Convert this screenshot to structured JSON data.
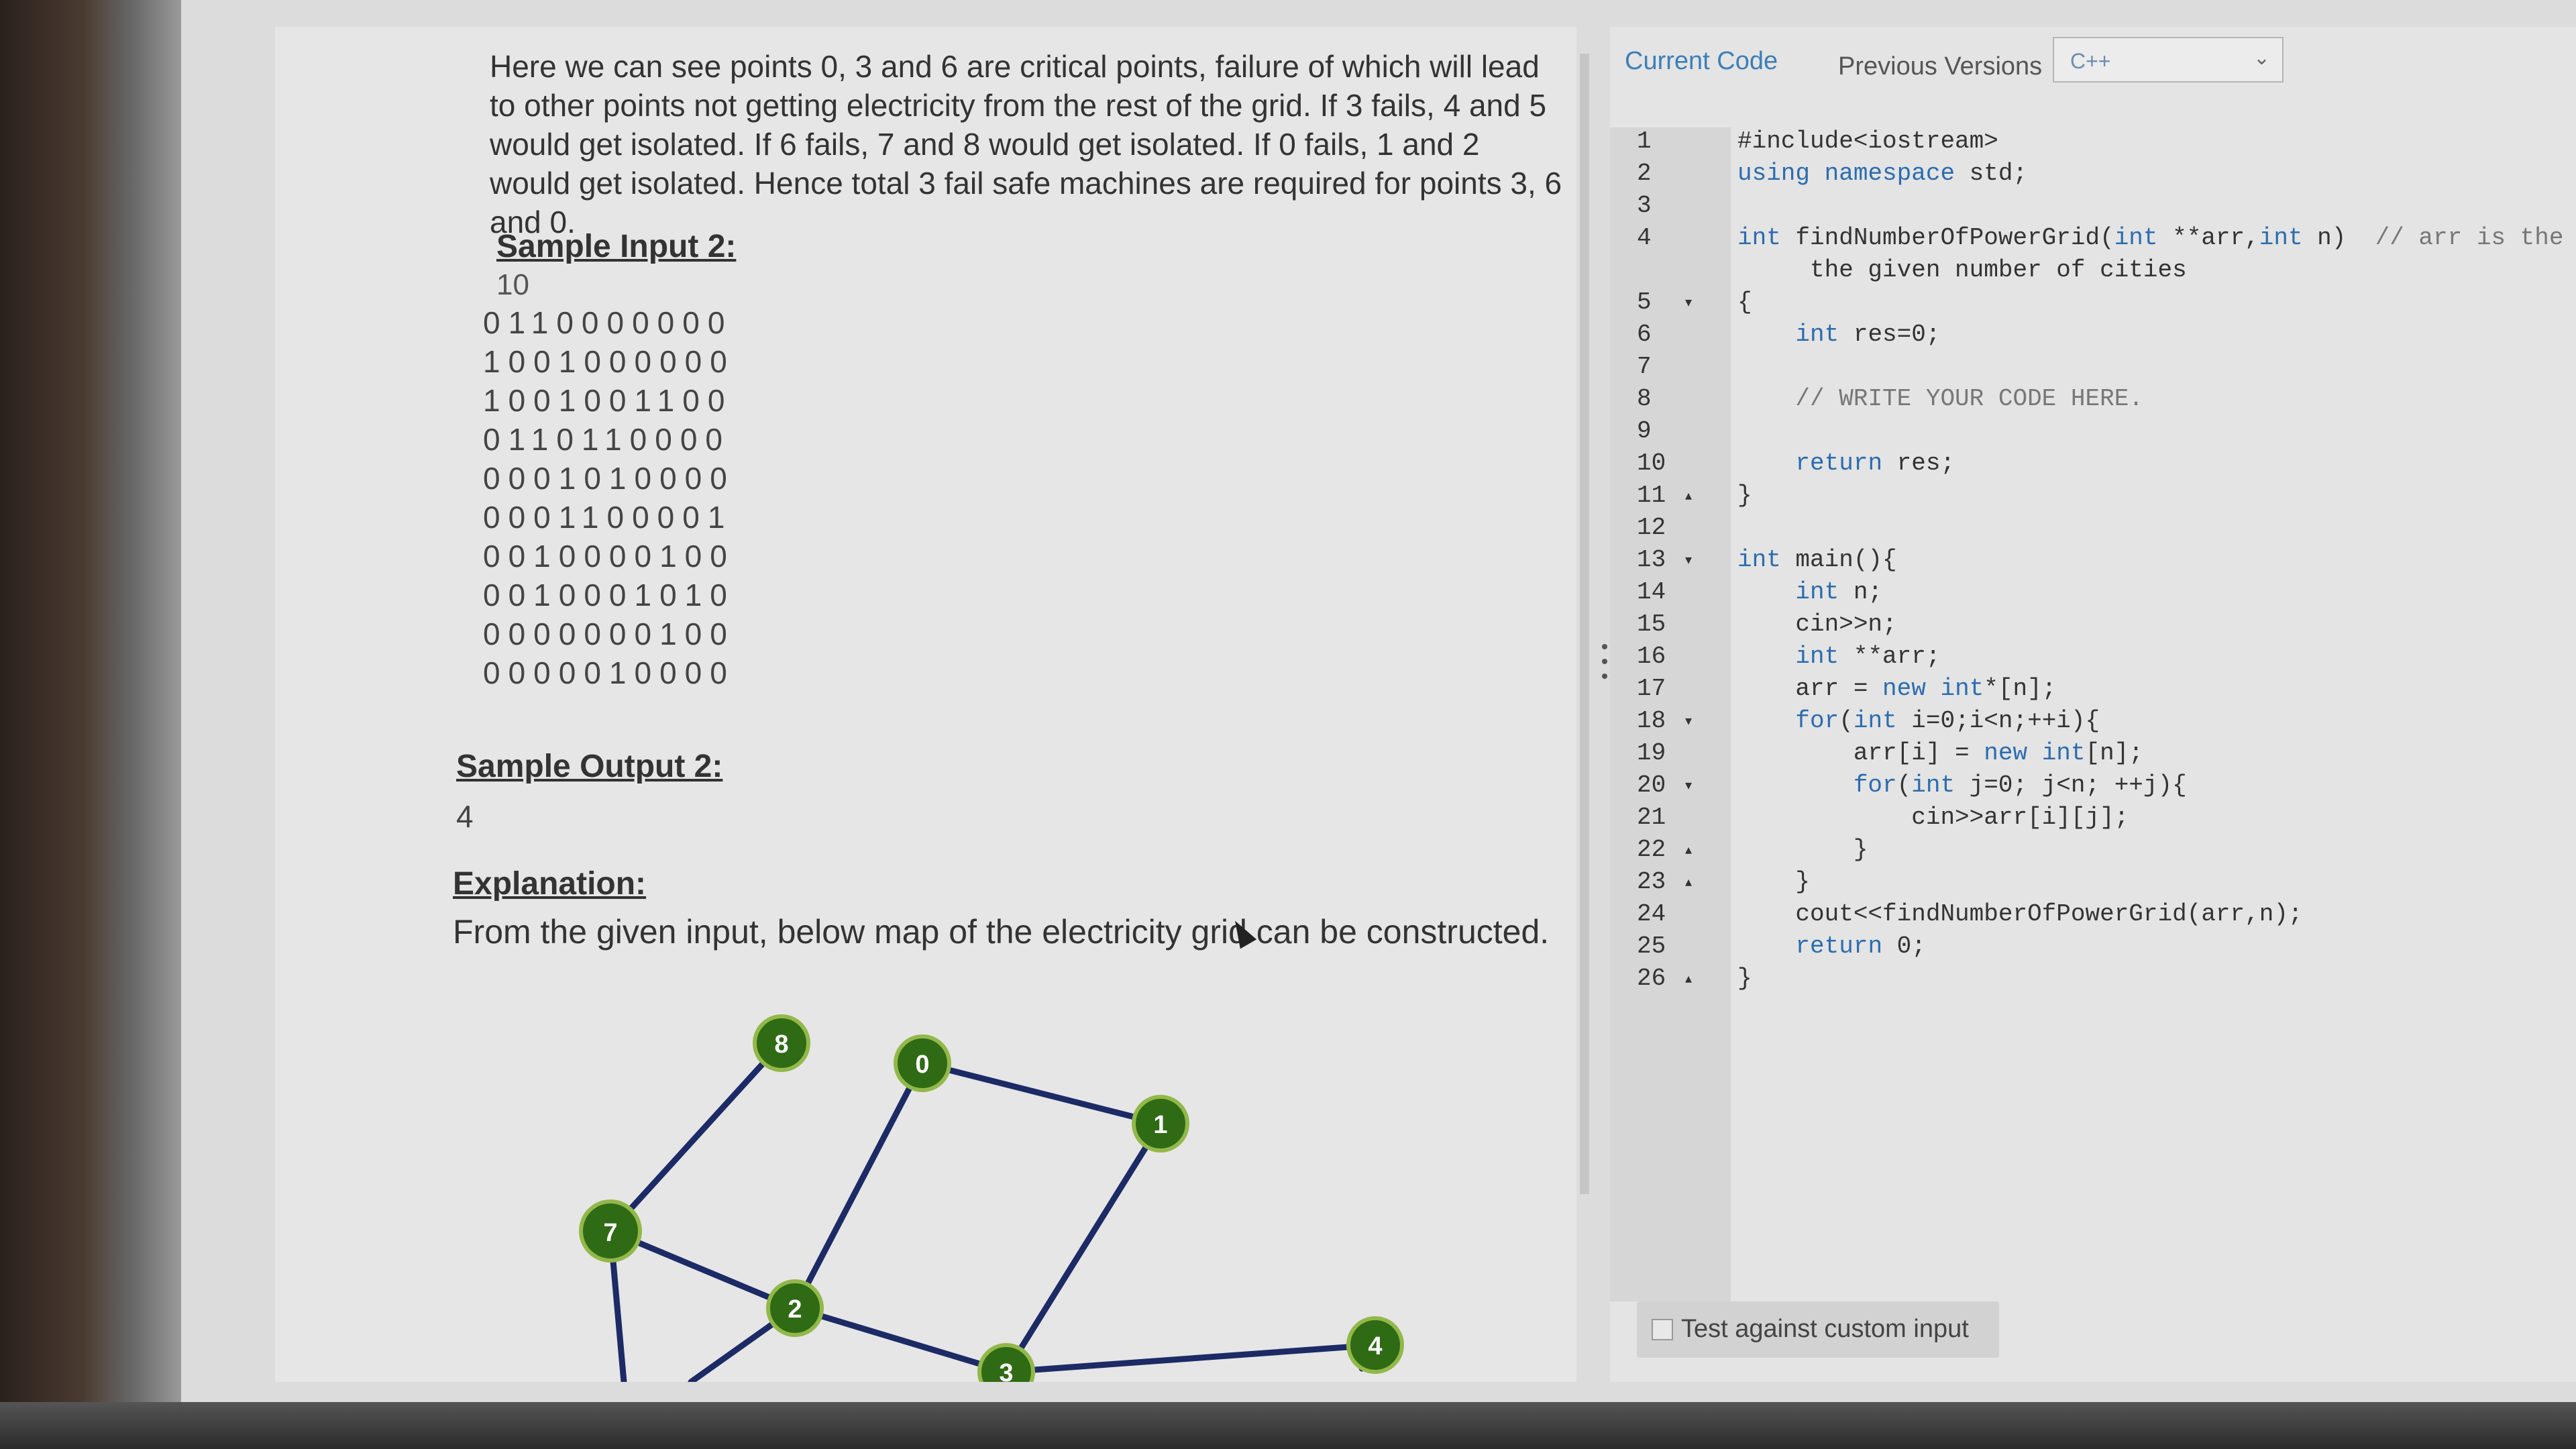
{
  "problem": {
    "paragraph": "Here we can see points 0, 3 and 6 are critical points, failure of which will lead to other points not getting electricity from the rest of the grid. If 3 fails, 4 and 5 would get isolated. If 6 fails, 7 and 8 would get isolated. If 0 fails, 1 and 2 would get isolated. Hence total 3 fail safe machines are required for points 3, 6 and 0.",
    "sample_input_heading": "Sample Input 2:",
    "sample_input_n": "10",
    "matrix_rows": [
      "0110000000",
      "1001000000",
      "1001001100",
      "0110110000",
      "0001010000",
      "0001100001",
      "0010000100",
      "0010001010",
      "0000000100",
      "0000010000"
    ],
    "sample_output_heading": "Sample Output 2:",
    "sample_output_value": "4",
    "explanation_heading": "Explanation:",
    "explanation_text": "From the given input, below map of the electricity grid can be constructed.",
    "graph_nodes": [
      "8",
      "0",
      "1",
      "7",
      "2",
      "3",
      "4"
    ]
  },
  "editor": {
    "tabs": [
      "Current Code",
      "Previous Versions"
    ],
    "active_tab": "Current Code",
    "language": "C++",
    "code_lines": [
      {
        "n": "1",
        "fold": "",
        "text": "#include<iostream>"
      },
      {
        "n": "2",
        "fold": "",
        "text": "using namespace std;"
      },
      {
        "n": "3",
        "fold": "",
        "text": ""
      },
      {
        "n": "4",
        "fold": "",
        "text": "int findNumberOfPowerGrid(int **arr,int n)  // arr is the given"
      },
      {
        "n": "",
        "fold": "",
        "text": "     the given number of cities"
      },
      {
        "n": "5",
        "fold": "▾",
        "text": "{"
      },
      {
        "n": "6",
        "fold": "",
        "text": "    int res=0;"
      },
      {
        "n": "7",
        "fold": "",
        "text": ""
      },
      {
        "n": "8",
        "fold": "",
        "text": "    // WRITE YOUR CODE HERE."
      },
      {
        "n": "9",
        "fold": "",
        "text": ""
      },
      {
        "n": "10",
        "fold": "",
        "text": "    return res;"
      },
      {
        "n": "11",
        "fold": "▴",
        "text": "}"
      },
      {
        "n": "12",
        "fold": "",
        "text": ""
      },
      {
        "n": "13",
        "fold": "▾",
        "text": "int main(){"
      },
      {
        "n": "14",
        "fold": "",
        "text": "    int n;"
      },
      {
        "n": "15",
        "fold": "",
        "text": "    cin>>n;"
      },
      {
        "n": "16",
        "fold": "",
        "text": "    int **arr;"
      },
      {
        "n": "17",
        "fold": "",
        "text": "    arr = new int*[n];"
      },
      {
        "n": "18",
        "fold": "▾",
        "text": "    for(int i=0;i<n;++i){"
      },
      {
        "n": "19",
        "fold": "",
        "text": "        arr[i] = new int[n];"
      },
      {
        "n": "20",
        "fold": "▾",
        "text": "        for(int j=0; j<n; ++j){"
      },
      {
        "n": "21",
        "fold": "",
        "text": "            cin>>arr[i][j];"
      },
      {
        "n": "22",
        "fold": "▴",
        "text": "        }"
      },
      {
        "n": "23",
        "fold": "▴",
        "text": "    }"
      },
      {
        "n": "24",
        "fold": "",
        "text": "    cout<<findNumberOfPowerGrid(arr,n);"
      },
      {
        "n": "25",
        "fold": "",
        "text": "    return 0;"
      },
      {
        "n": "26",
        "fold": "▴",
        "text": "}"
      }
    ],
    "custom_input_label": "Test against custom input",
    "custom_input_checked": false
  }
}
